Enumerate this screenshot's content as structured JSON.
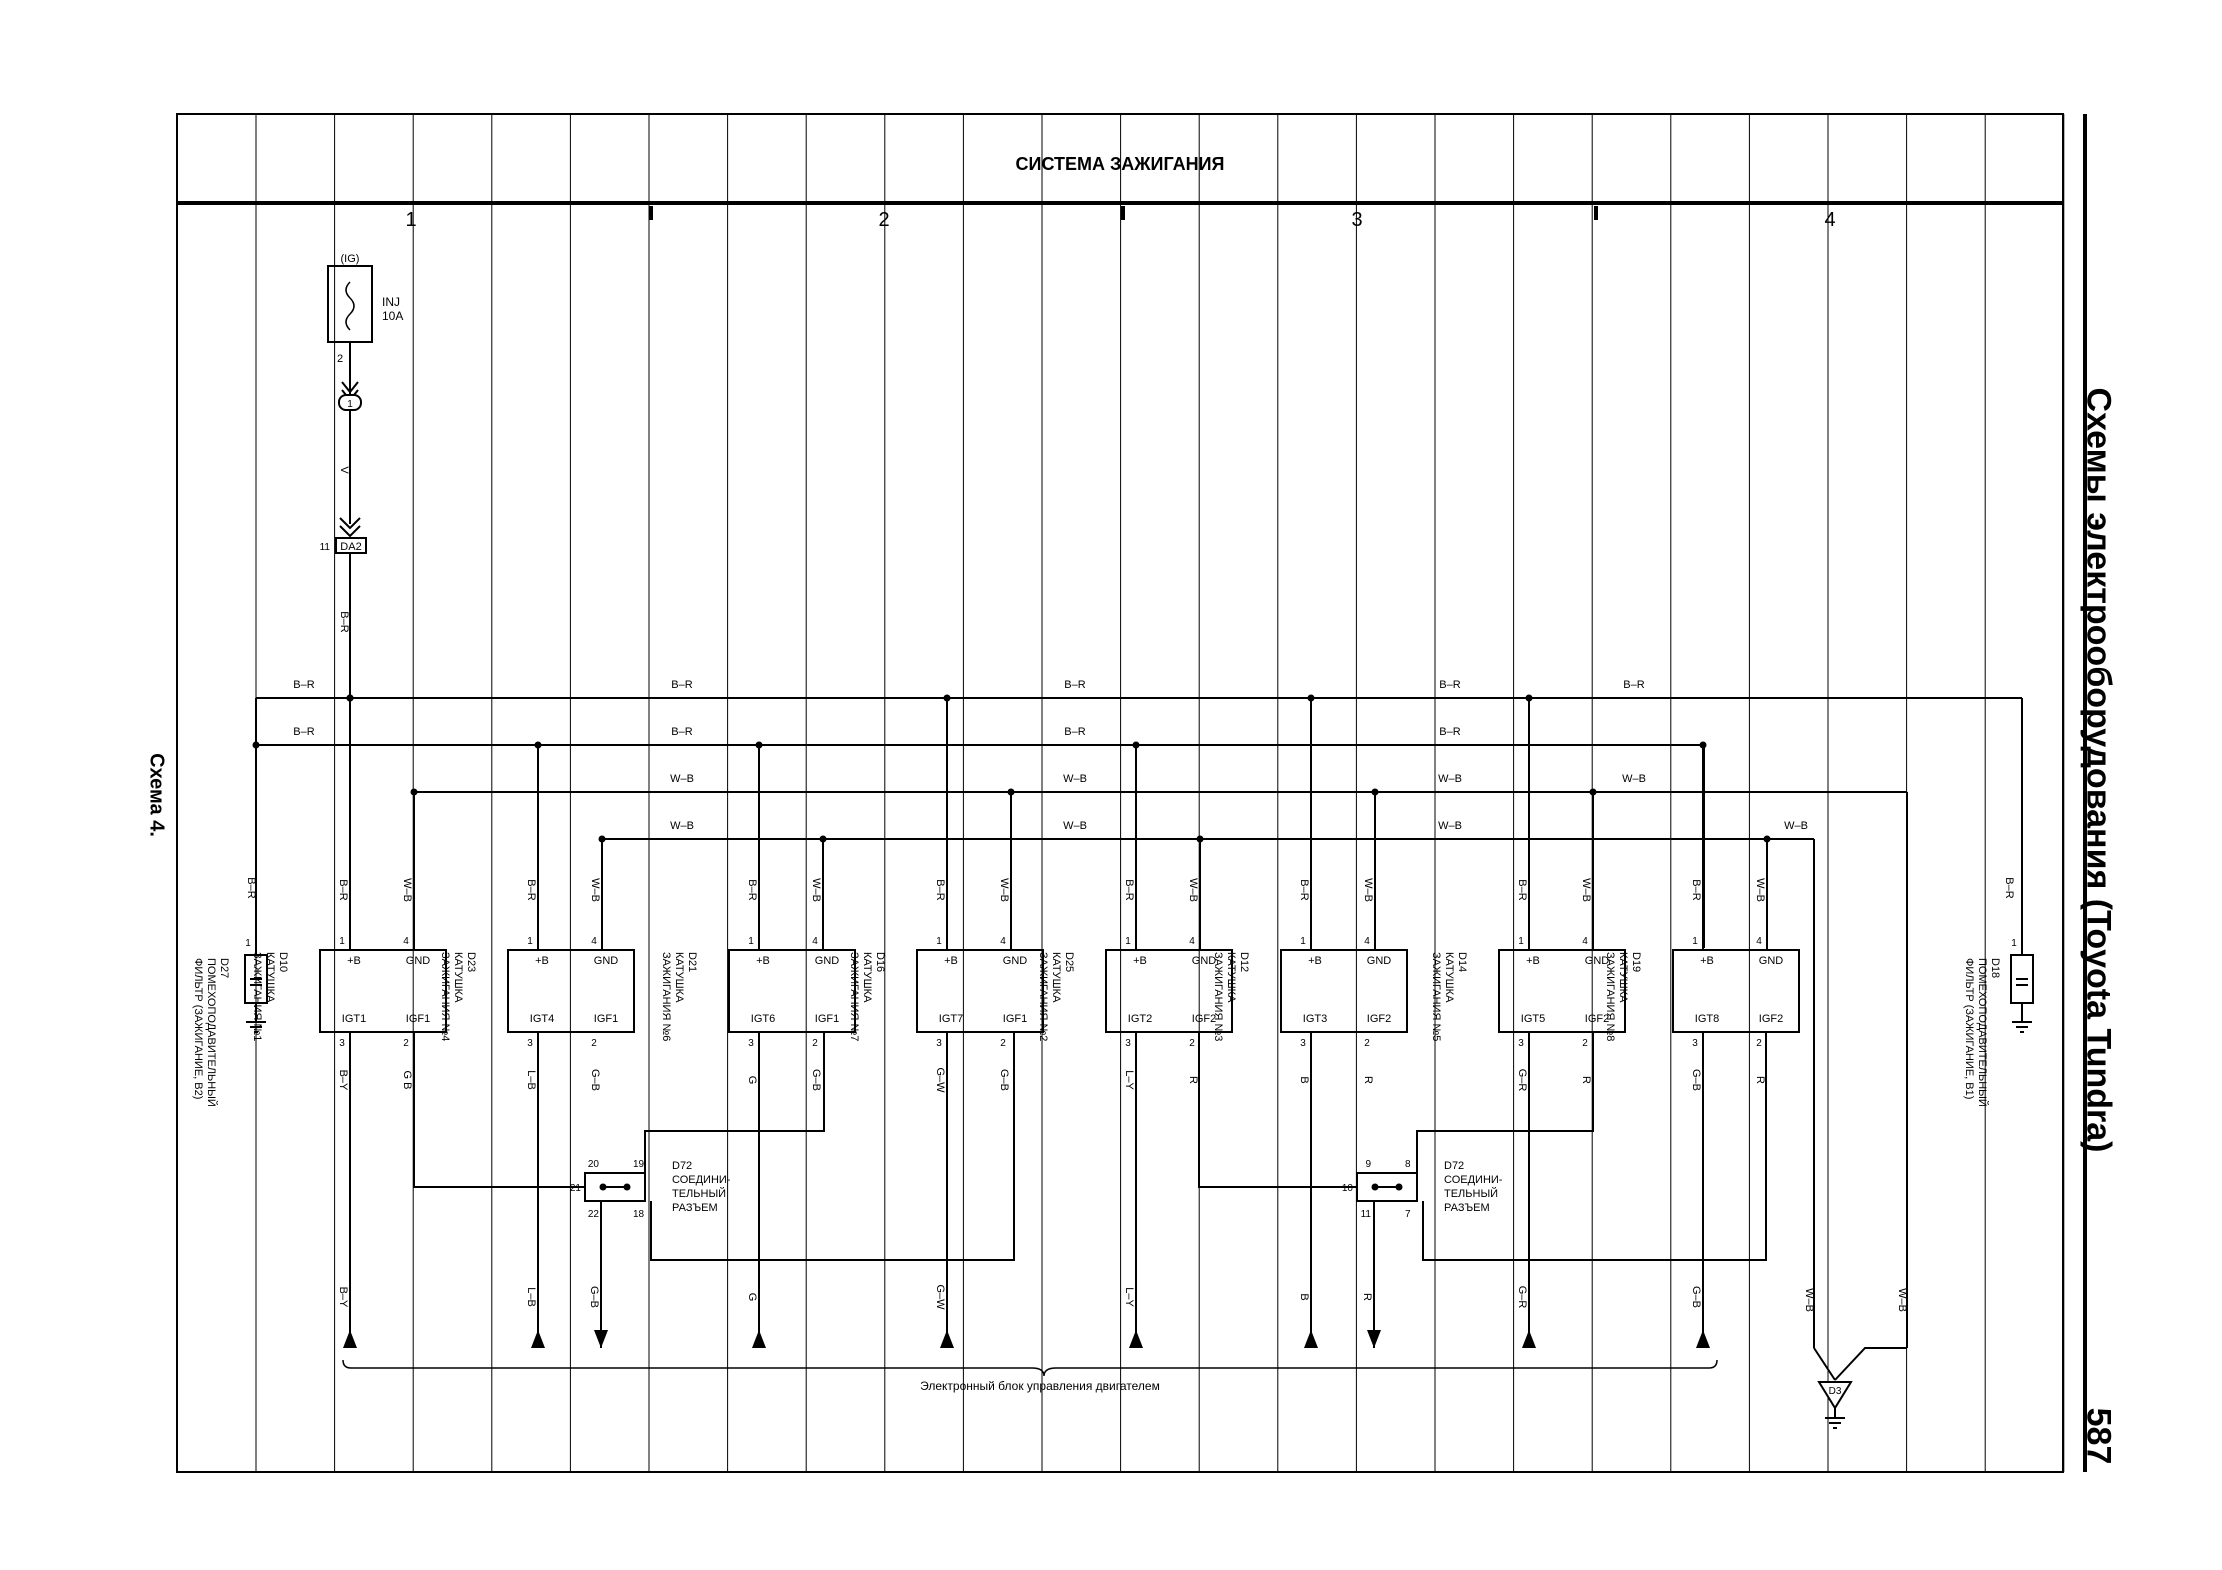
{
  "side_title": "Схемы электрооборудования (Toyota Tundra)",
  "page_number": "587",
  "scheme_label": "Схема 4.",
  "diagram": {
    "title": "СИСТЕМА ЗАЖИГАНИЯ",
    "columns": [
      "1",
      "2",
      "3",
      "4"
    ],
    "fuse": {
      "supply": "(IG)",
      "name": "INJ",
      "rating": "10A",
      "pin": "2"
    },
    "junction": "1",
    "wire_v": "V",
    "connector_da2": {
      "name": "DA2",
      "pin": "11"
    },
    "bus_labels": [
      "B–R",
      "W–B"
    ],
    "coils": [
      {
        "id": "D10",
        "desc": [
          "КАТУШКА",
          "ЗАЖИГАНИЯ №1"
        ],
        "igt": "IGT1",
        "igf": "IGF1",
        "w1": "B–R",
        "w4": "W–B",
        "w3": "B–Y",
        "w2": "G B"
      },
      {
        "id": "D23",
        "desc": [
          "КАТУШКА",
          "ЗАЖИГАНИЯ №4"
        ],
        "igt": "IGT4",
        "igf": "IGF1",
        "w1": "B–R",
        "w4": "W–B",
        "w3": "L–B",
        "w2": "G–B"
      },
      {
        "id": "D21",
        "desc": [
          "КАТУШКА",
          "ЗАЖИГАНИЯ №6"
        ],
        "igt": "IGT6",
        "igf": "IGF1",
        "w1": "B–R",
        "w4": "W–B",
        "w3": "G",
        "w2": "G–B"
      },
      {
        "id": "D16",
        "desc": [
          "КАТУШКА",
          "ЗАЖИГАНИЯ №7"
        ],
        "igt": "IGT7",
        "igf": "IGF1",
        "w1": "B–R",
        "w4": "W–B",
        "w3": "G–W",
        "w2": "G–B"
      },
      {
        "id": "D25",
        "desc": [
          "КАТУШКА",
          "ЗАЖИГАНИЯ №2"
        ],
        "igt": "IGT2",
        "igf": "IGF2",
        "w1": "B–R",
        "w4": "W–B",
        "w3": "L–Y",
        "w2": "R"
      },
      {
        "id": "D12",
        "desc": [
          "КАТУШКА",
          "ЗАЖИГАНИЯ №3"
        ],
        "igt": "IGT3",
        "igf": "IGF2",
        "w1": "B–R",
        "w4": "W–B",
        "w3": "B",
        "w2": "R"
      },
      {
        "id": "D14",
        "desc": [
          "КАТУШКА",
          "ЗАЖИГАНИЯ №5"
        ],
        "igt": "IGT5",
        "igf": "IGF2",
        "w1": "B–R",
        "w4": "W–B",
        "w3": "G–R",
        "w2": "R"
      },
      {
        "id": "D19",
        "desc": [
          "КАТУШКА",
          "ЗАЖИГАНИЯ №8"
        ],
        "igt": "IGT8",
        "igf": "IGF2",
        "w1": "B–R",
        "w4": "W–B",
        "w3": "G–B",
        "w2": "R"
      }
    ],
    "pin_labels": {
      "plus_b": "+B",
      "gnd": "GND",
      "p1": "1",
      "p2": "2",
      "p3": "3",
      "p4": "4"
    },
    "filters": [
      {
        "id": "D27",
        "desc": [
          "ПОМЕХОПОДАВИТЕЛЬНЫЙ",
          "ФИЛЬТР (ЗАЖИГАНИЕ, B2)"
        ],
        "wire": "B–R",
        "pin": "1"
      },
      {
        "id": "D18",
        "desc": [
          "ПОМЕХОПОДАВИТЕЛЬНЫЙ",
          "ФИЛЬТР (ЗАЖИГАНИЕ, B1)"
        ],
        "wire": "B–R",
        "pin": "1"
      }
    ],
    "connectors_d72": [
      {
        "name": "D72",
        "desc": [
          "СОЕДИНИ-",
          "ТЕЛЬНЫЙ",
          "РАЗЪЕМ"
        ],
        "pins": [
          "20",
          "19",
          "21",
          "22",
          "18"
        ]
      },
      {
        "name": "D72",
        "desc": [
          "СОЕДИНИ-",
          "ТЕЛЬНЫЙ",
          "РАЗЪЕМ"
        ],
        "pins": [
          "9",
          "8",
          "10",
          "11",
          "7"
        ]
      }
    ],
    "ecu_wires": [
      "B–Y",
      "L–B",
      "G–B",
      "G",
      "G–W",
      "L–Y",
      "B",
      "R",
      "G–R",
      "G–B"
    ],
    "ecu_label": "Электронный блок управления двигателем",
    "ground_d3": {
      "name": "D3",
      "wires": [
        "W–B",
        "W–B"
      ]
    }
  }
}
